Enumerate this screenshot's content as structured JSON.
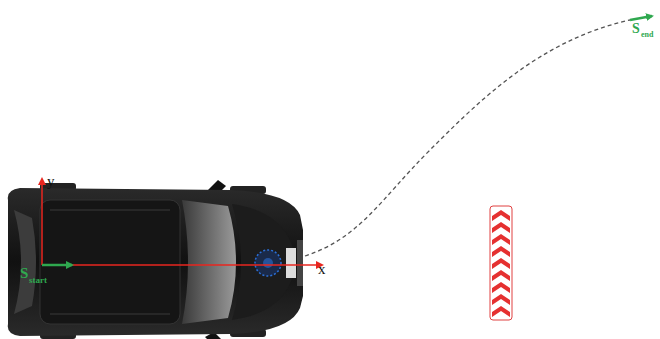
{
  "diagram": {
    "labels": [
      "y",
      "x",
      "S",
      "start",
      "S",
      "end"
    ]
  }
}
